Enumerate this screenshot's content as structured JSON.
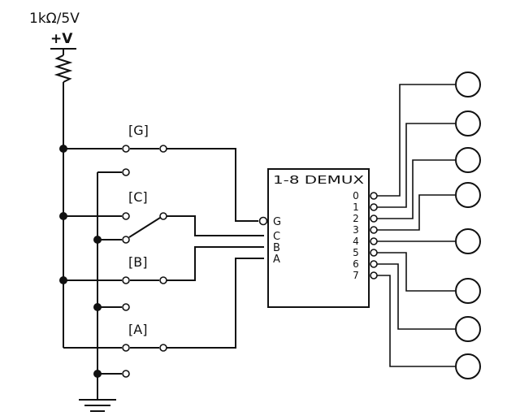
{
  "supply": {
    "rating": "1kΩ/5V",
    "label": "+V"
  },
  "switches": {
    "g": "[G]",
    "c": "[C]",
    "b": "[B]",
    "a": "[A]"
  },
  "demux": {
    "title": "1-8 DEMUX",
    "inputs": [
      "G",
      "C",
      "B",
      "A"
    ],
    "outputs": [
      "0",
      "1",
      "2",
      "3",
      "4",
      "5",
      "6",
      "7"
    ]
  },
  "lamps": [
    "",
    "",
    "",
    "",
    "",
    "",
    "",
    ""
  ],
  "colors": {
    "ink": "#111111",
    "background": "#ffffff"
  }
}
